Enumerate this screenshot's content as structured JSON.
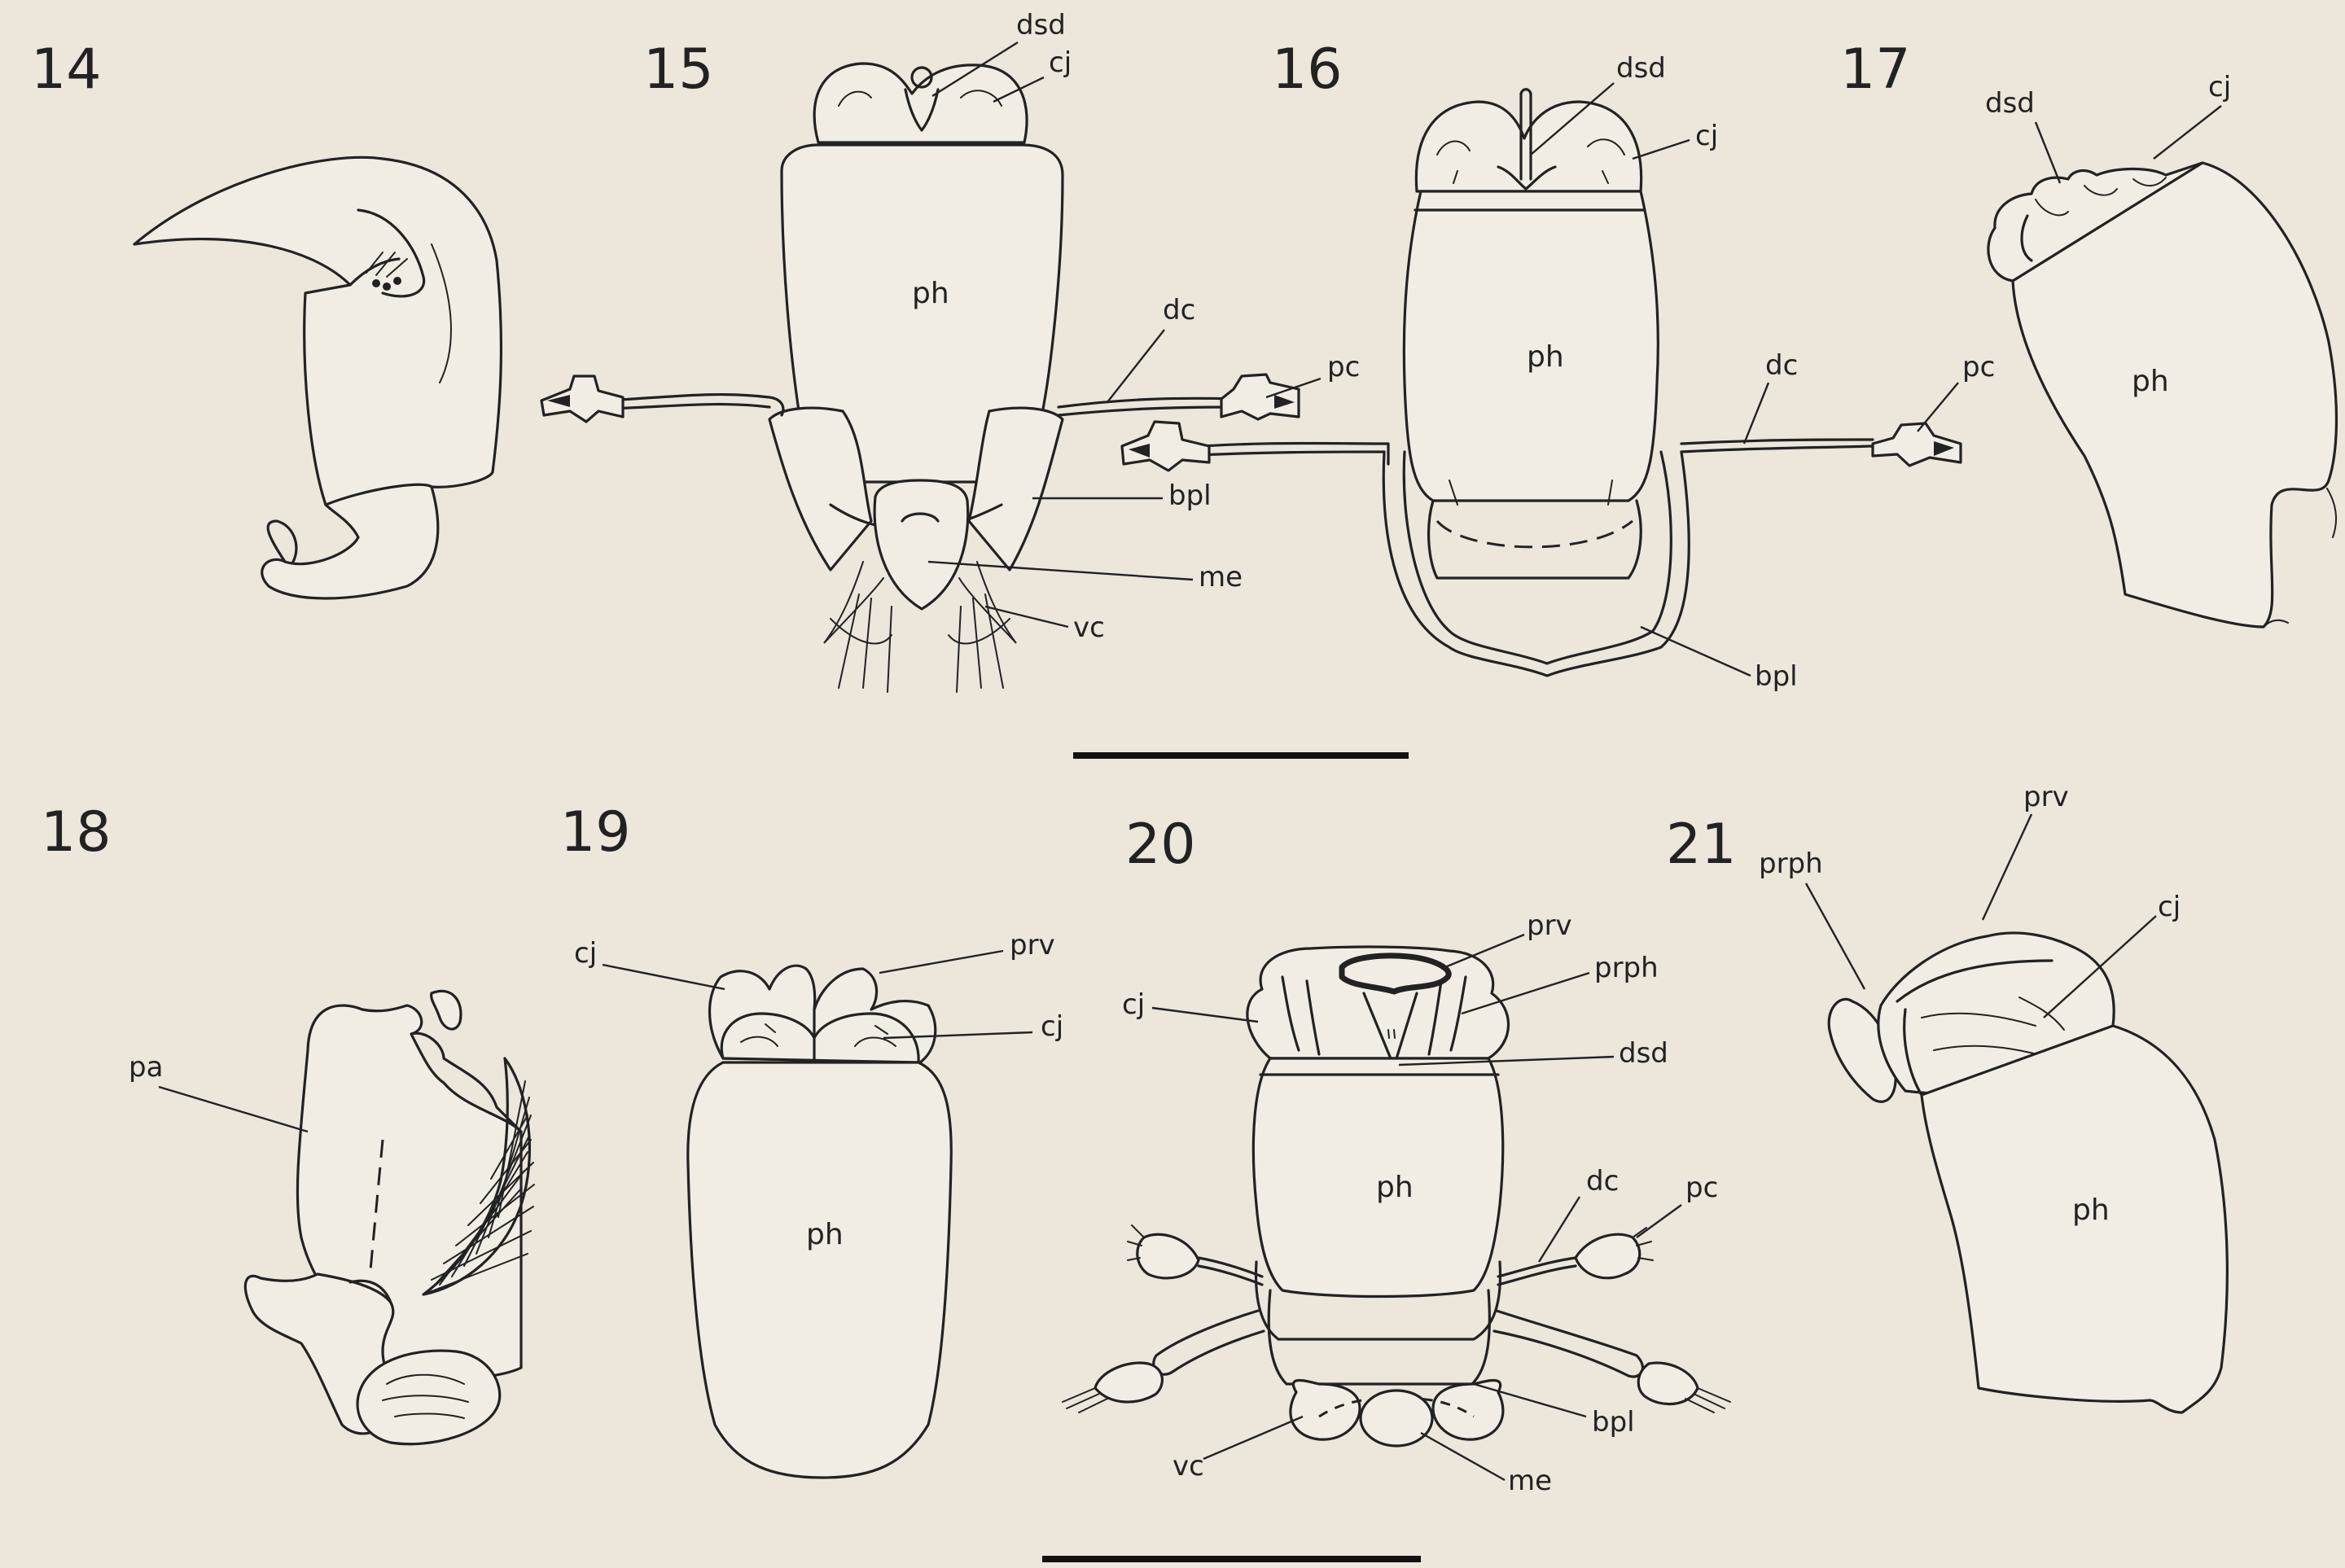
{
  "figure_numbers": [
    "14",
    "15",
    "16",
    "17",
    "18",
    "19",
    "20",
    "21"
  ],
  "labels": {
    "f15": {
      "dsd": "dsd",
      "cj": "cj",
      "ph": "ph",
      "dc": "dc",
      "pc": "pc",
      "bpl": "bpl",
      "me": "me",
      "vc": "vc"
    },
    "f16": {
      "dsd": "dsd",
      "cj": "cj",
      "ph": "ph",
      "dc": "dc",
      "pc": "pc",
      "bpl": "bpl"
    },
    "f17": {
      "dsd": "dsd",
      "cj": "cj",
      "ph": "ph"
    },
    "f18": {
      "pa": "pa"
    },
    "f19": {
      "cj_left": "cj",
      "prv": "prv",
      "cj_right": "cj",
      "ph": "ph"
    },
    "f20": {
      "prv": "prv",
      "cj": "cj",
      "prph": "prph",
      "dsd": "dsd",
      "ph": "ph",
      "dc": "dc",
      "pc": "pc",
      "bpl": "bpl",
      "vc": "vc",
      "me": "me"
    },
    "f21": {
      "prv": "prv",
      "prph": "prph",
      "cj": "cj",
      "ph": "ph"
    }
  },
  "colors": {
    "background": "#ece6db",
    "ink": "#222222"
  }
}
